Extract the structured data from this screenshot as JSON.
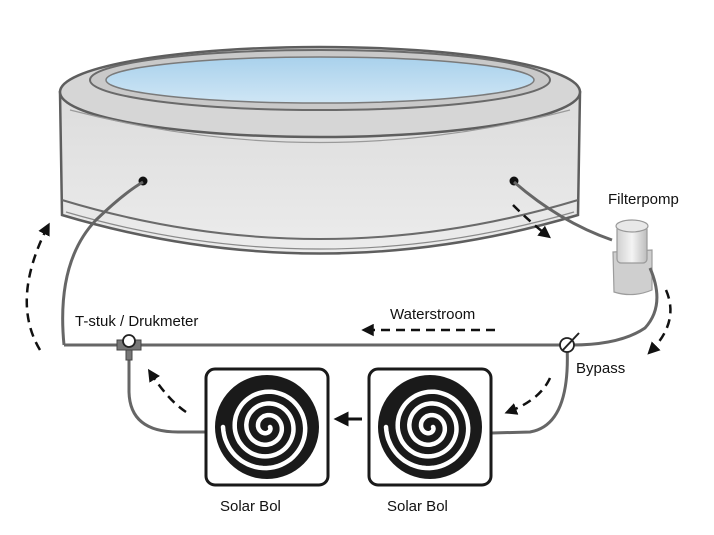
{
  "labels": {
    "filterpomp": "Filterpomp",
    "waterstroom": "Waterstroom",
    "tstuk": "T-stuk / Drukmeter",
    "bypass": "Bypass",
    "solar_bol_1": "Solar Bol",
    "solar_bol_2": "Solar Bol"
  },
  "colors": {
    "pool_wall": "#e4e4e4",
    "pool_outline": "#5e5e5e",
    "water": "#bcdcf0",
    "hose": "#666666",
    "arrow": "#111111",
    "panel_spiral": "#1a1a1a"
  }
}
